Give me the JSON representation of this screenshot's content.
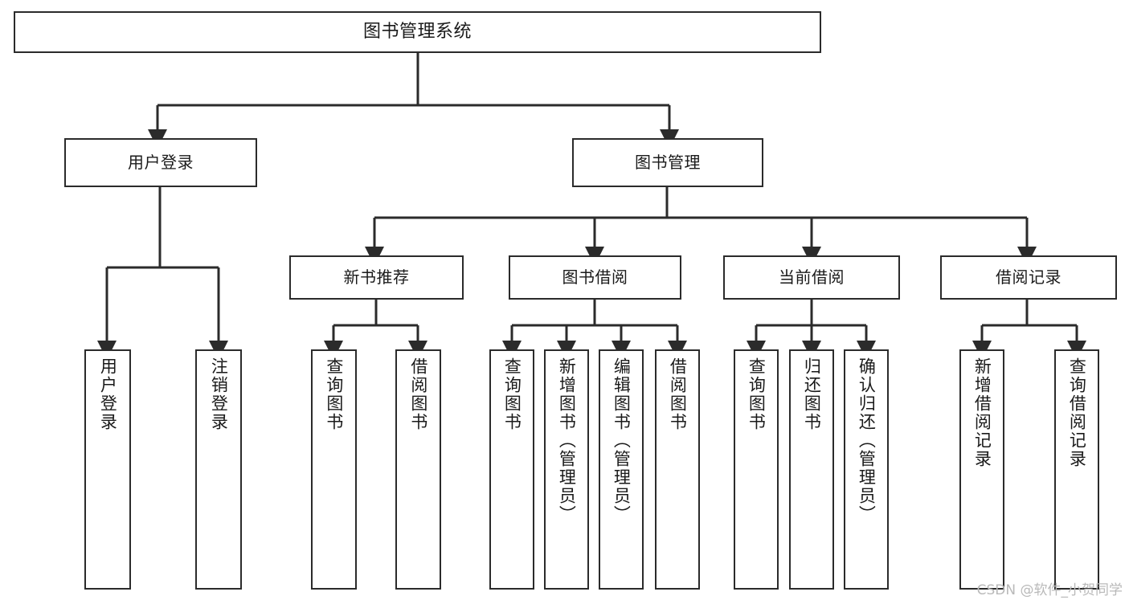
{
  "diagram": {
    "title": "图书管理系统",
    "type": "tree",
    "watermark": "CSDN @软件_小贺同学",
    "edge_color": "#2b2b2b",
    "box_border_color": "#2b2b2b",
    "box_fill_color": "#ffffff",
    "text_color": "#1a1a1a",
    "nodes": {
      "root": {
        "label": "图书管理系统"
      },
      "level2": [
        {
          "label": "用户登录"
        },
        {
          "label": "图书管理"
        }
      ],
      "level3": [
        {
          "label": "新书推荐"
        },
        {
          "label": "图书借阅"
        },
        {
          "label": "当前借阅"
        },
        {
          "label": "借阅记录"
        }
      ],
      "leaves_user_login": [
        {
          "label": "用户登录"
        },
        {
          "label": "注销登录"
        }
      ],
      "leaves_new_book": [
        {
          "label": "查询图书"
        },
        {
          "label": "借阅图书"
        }
      ],
      "leaves_borrow": [
        {
          "label": "查询图书"
        },
        {
          "label": "新增图书（管理员）"
        },
        {
          "label": "编辑图书（管理员）"
        },
        {
          "label": "借阅图书"
        }
      ],
      "leaves_current": [
        {
          "label": "查询图书"
        },
        {
          "label": "归还图书"
        },
        {
          "label": "确认归还（管理员）"
        }
      ],
      "leaves_records": [
        {
          "label": "新增借阅记录"
        },
        {
          "label": "查询借阅记录"
        }
      ]
    }
  }
}
